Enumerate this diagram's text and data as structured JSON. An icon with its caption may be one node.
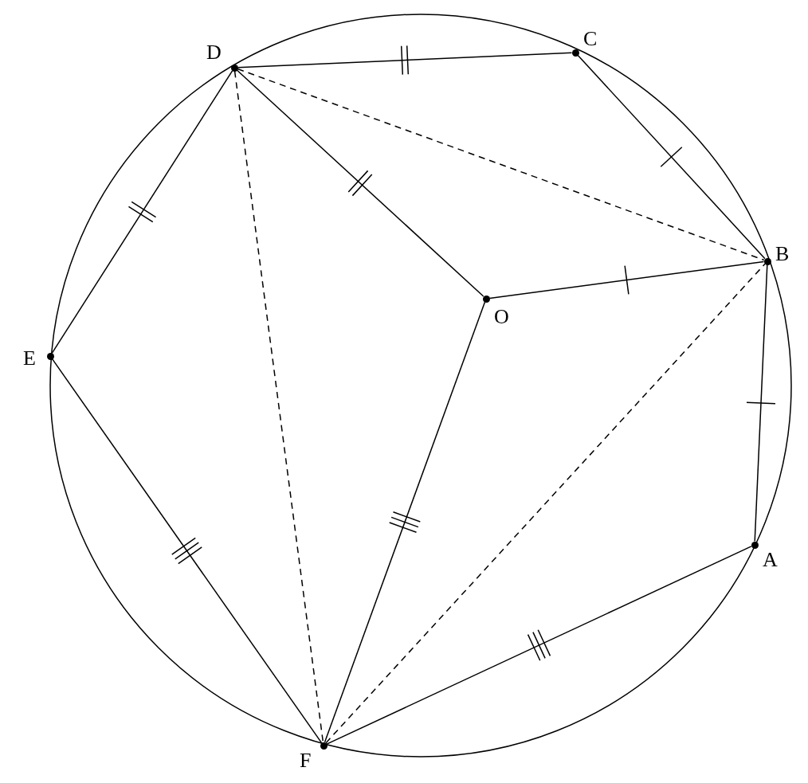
{
  "diagram": {
    "nodes": [
      {
        "text": [
          "D"
        ]
      },
      {
        "text": [
          "C"
        ]
      },
      {
        "text": [
          "B"
        ]
      },
      {
        "text": [
          "O"
        ]
      },
      {
        "text": [
          "E"
        ]
      },
      {
        "text": [
          "A"
        ]
      },
      {
        "text": [
          "F"
        ]
      }
    ],
    "edges": [
      {
        "from": 0,
        "to": 1,
        "arrow": "none"
      },
      {
        "from": 1,
        "to": 2,
        "arrow": "none"
      },
      {
        "from": 0,
        "to": 3,
        "arrow": "none"
      },
      {
        "from": 3,
        "to": 2,
        "arrow": "none"
      },
      {
        "from": 2,
        "to": 5,
        "arrow": "none"
      },
      {
        "from": 0,
        "to": 4,
        "arrow": "none"
      },
      {
        "from": 4,
        "to": 6,
        "arrow": "none"
      },
      {
        "from": 3,
        "to": 6,
        "arrow": "none"
      },
      {
        "from": 6,
        "to": 5,
        "arrow": "none"
      },
      {
        "from": 0,
        "to": 2,
        "arrow": "none",
        "style": "dashed"
      },
      {
        "from": 0,
        "to": 6,
        "arrow": "none",
        "style": "dashed"
      },
      {
        "from": 6,
        "to": 2,
        "arrow": "none",
        "style": "dashed"
      }
    ]
  }
}
